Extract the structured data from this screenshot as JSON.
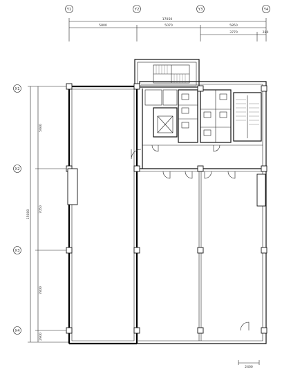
{
  "axes_top": [
    "Y1",
    "Y2",
    "Y3",
    "Y4"
  ],
  "axes_left": [
    "X1",
    "X2",
    "X3",
    "X4"
  ],
  "dims_top": {
    "total": "17050",
    "spans": [
      "5800",
      "5070",
      "5850"
    ],
    "sub": [
      "3770",
      "280"
    ]
  },
  "dims_left": {
    "total": "15000",
    "spans": [
      "5060",
      "7050",
      "7800",
      "2900"
    ]
  },
  "scale_bar": "2400"
}
